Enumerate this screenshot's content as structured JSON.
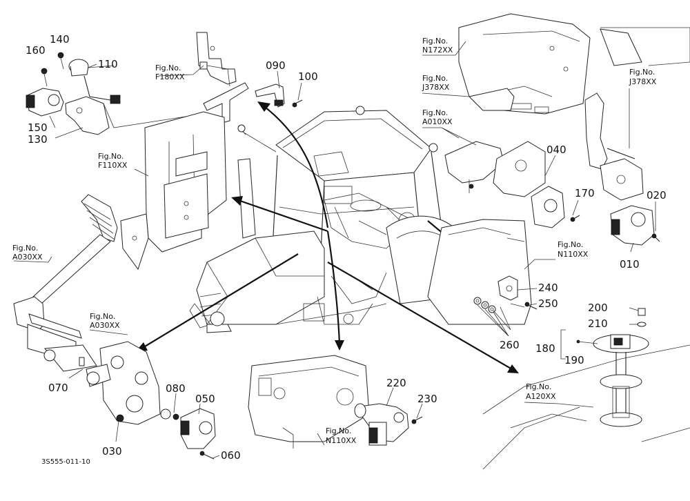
{
  "diagram_code": "3S555-011-10",
  "fig_prefix": "Fig.No.",
  "figure_refs": [
    {
      "id": "f180",
      "code": "F180XX"
    },
    {
      "id": "f110",
      "code": "F110XX"
    },
    {
      "id": "a030-left",
      "code": "A030XX"
    },
    {
      "id": "a030-pedal",
      "code": "A030XX"
    },
    {
      "id": "n172",
      "code": "N172XX"
    },
    {
      "id": "j378-a",
      "code": "J378XX"
    },
    {
      "id": "a010",
      "code": "A010XX"
    },
    {
      "id": "j378-b",
      "code": "J378XX"
    },
    {
      "id": "n110-right",
      "code": "N110XX"
    },
    {
      "id": "n110-bottom",
      "code": "N110XX"
    },
    {
      "id": "a120",
      "code": "A120XX"
    }
  ],
  "part_numbers": [
    {
      "id": "140",
      "label": "140"
    },
    {
      "id": "160",
      "label": "160"
    },
    {
      "id": "110",
      "label": "110"
    },
    {
      "id": "150",
      "label": "150"
    },
    {
      "id": "130",
      "label": "130"
    },
    {
      "id": "090",
      "label": "090"
    },
    {
      "id": "100",
      "label": "100"
    },
    {
      "id": "040",
      "label": "040"
    },
    {
      "id": "170",
      "label": "170"
    },
    {
      "id": "020",
      "label": "020"
    },
    {
      "id": "010",
      "label": "010"
    },
    {
      "id": "240",
      "label": "240"
    },
    {
      "id": "250",
      "label": "250"
    },
    {
      "id": "260",
      "label": "260"
    },
    {
      "id": "200",
      "label": "200"
    },
    {
      "id": "210",
      "label": "210"
    },
    {
      "id": "180",
      "label": "180"
    },
    {
      "id": "190",
      "label": "190"
    },
    {
      "id": "070",
      "label": "070"
    },
    {
      "id": "080",
      "label": "080"
    },
    {
      "id": "050",
      "label": "050"
    },
    {
      "id": "030",
      "label": "030"
    },
    {
      "id": "060",
      "label": "060"
    },
    {
      "id": "220",
      "label": "220"
    },
    {
      "id": "230",
      "label": "230"
    }
  ]
}
